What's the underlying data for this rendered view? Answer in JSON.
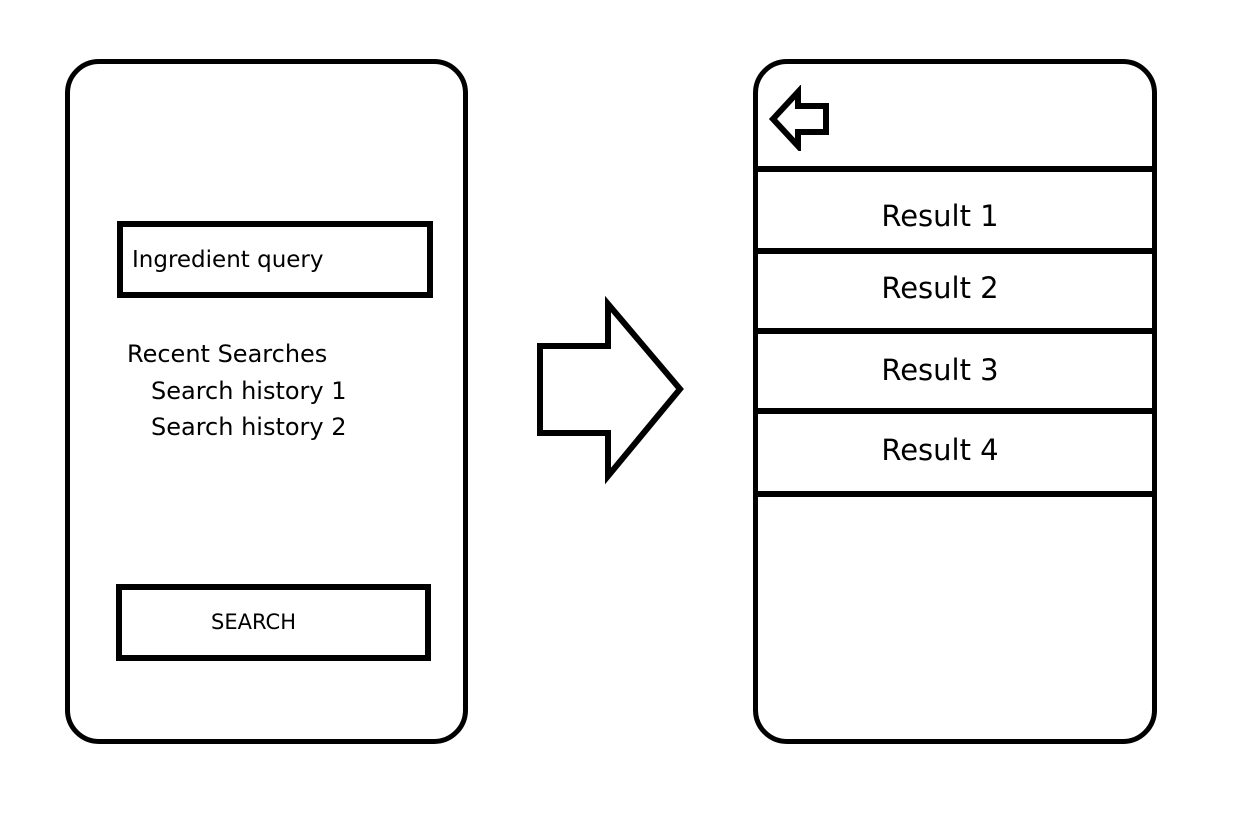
{
  "search_screen": {
    "query_placeholder": "Ingredient query",
    "recent_title": "Recent Searches",
    "history": [
      "Search history 1",
      "Search history 2"
    ],
    "search_button_label": "SEARCH"
  },
  "flow": {
    "arrow_icon": "right-arrow-icon"
  },
  "results_screen": {
    "back_icon": "back-arrow-icon",
    "results": [
      "Result 1",
      "Result 2",
      "Result 3",
      "Result 4"
    ]
  }
}
